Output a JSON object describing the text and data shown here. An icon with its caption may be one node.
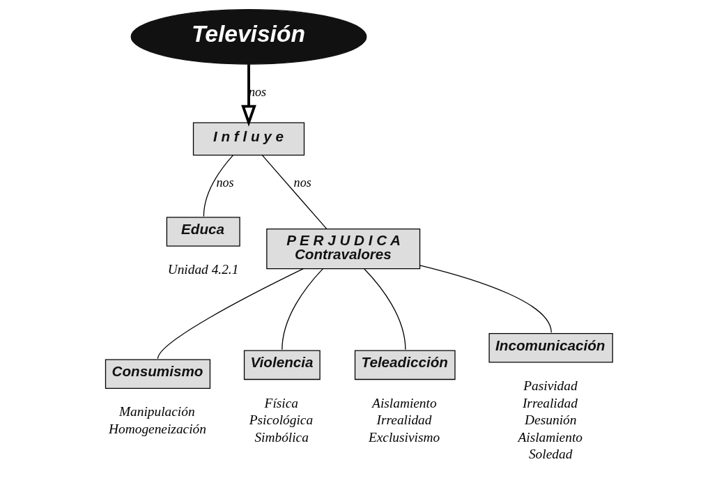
{
  "diagram": {
    "nodes": [
      {
        "text": [
          "Televisión"
        ]
      },
      {
        "text": [
          "I n f l u y e"
        ]
      },
      {
        "text": [
          "Educa"
        ],
        "beside": [
          "Unidad 4.2.1"
        ]
      },
      {
        "text": [
          "P E R J U D I C A",
          "Contravalores"
        ]
      },
      {
        "text": [
          "Consumismo"
        ],
        "beside": [
          "Manipulación",
          "Homogeneización"
        ]
      },
      {
        "text": [
          "Violencia"
        ],
        "beside": [
          "Física",
          "Psicológica",
          "Simbólica"
        ]
      },
      {
        "text": [
          "Teleadicción"
        ],
        "beside": [
          "Aislamiento",
          "Irrealidad",
          "Exclusivismo"
        ]
      },
      {
        "text": [
          "Incomunicación"
        ],
        "beside": [
          "Pasividad",
          "Irrealidad",
          "Desunión",
          "Aislamiento",
          "Soledad"
        ]
      }
    ],
    "edges": [
      {
        "from": 0,
        "to": 1,
        "arrow": "to",
        "label": "nos",
        "style": "thick"
      },
      {
        "from": 1,
        "to": 2,
        "arrow": "none",
        "label": "nos"
      },
      {
        "from": 1,
        "to": 3,
        "arrow": "none",
        "label": "nos"
      },
      {
        "from": 3,
        "to": 4,
        "arrow": "none"
      },
      {
        "from": 3,
        "to": 5,
        "arrow": "none"
      },
      {
        "from": 3,
        "to": 6,
        "arrow": "none"
      },
      {
        "from": 3,
        "to": 7,
        "arrow": "none"
      }
    ]
  }
}
